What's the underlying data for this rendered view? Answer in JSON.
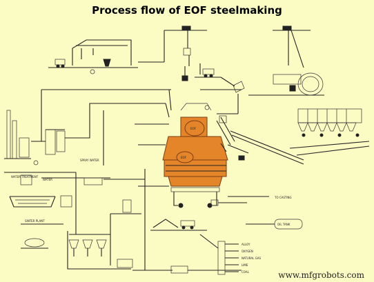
{
  "title": "Process flow of EOF steelmaking",
  "watermark": "www.mfgrobots.com",
  "furnace_label": "EOF",
  "colors": {
    "background": "#fbfbc4",
    "furnace": "#e4852a",
    "lines": "#222222"
  }
}
